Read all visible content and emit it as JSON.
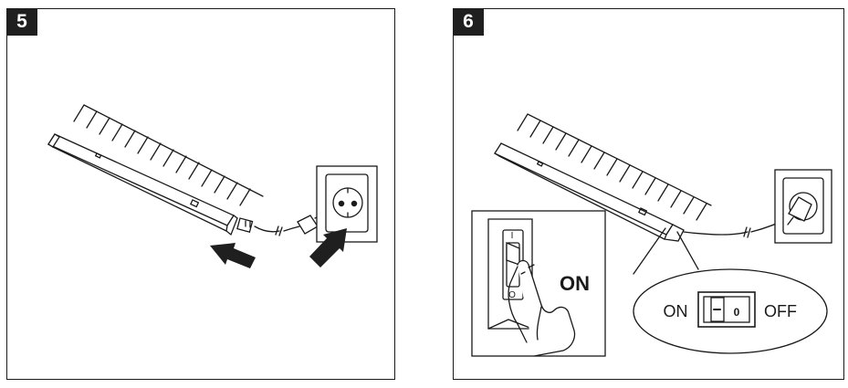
{
  "steps": [
    {
      "number": "5"
    },
    {
      "number": "6"
    }
  ],
  "switch_inset": {
    "state_label": "ON",
    "rocker_top_mark": "I",
    "rocker_bottom_mark": "O"
  },
  "callout": {
    "on_label": "ON",
    "off_label": "OFF",
    "rocker_mark": "0"
  },
  "colors": {
    "line": "#1a1a1a",
    "arrow": "#1f1f1f",
    "background": "#ffffff"
  },
  "icons": [
    "wall-socket-icon",
    "push-arrow-icon",
    "rocker-switch-icon",
    "hand-icon",
    "plug-icon"
  ]
}
